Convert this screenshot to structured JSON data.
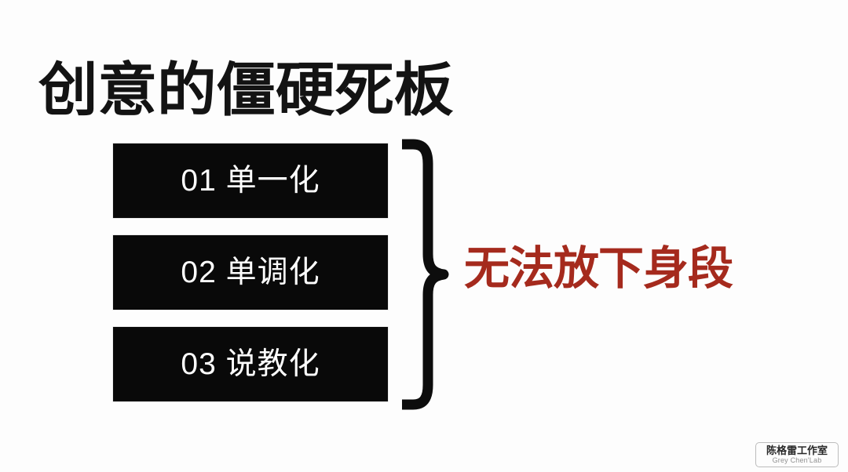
{
  "slide": {
    "title": "创意的僵硬死板",
    "background_color": "#fdfdfd",
    "title_color": "#131313"
  },
  "items": [
    {
      "number": "01",
      "text": "单一化",
      "label": "01 单一化"
    },
    {
      "number": "02",
      "text": "单调化",
      "label": "02 单调化"
    },
    {
      "number": "03",
      "text": "说教化",
      "label": "03 说教化"
    }
  ],
  "item_style": {
    "background_color": "#090909",
    "text_color": "#fdfdfd"
  },
  "brace": {
    "icon": "right-curly-brace-icon",
    "color": "#0d0d0d",
    "spans_items": 3
  },
  "conclusion": {
    "text": "无法放下身段",
    "color": "#a52a1d"
  },
  "watermark": {
    "name_cn": "陈格雷工作室",
    "name_en": "Grey Chen'Lab",
    "border_color": "#b9b9b9"
  }
}
